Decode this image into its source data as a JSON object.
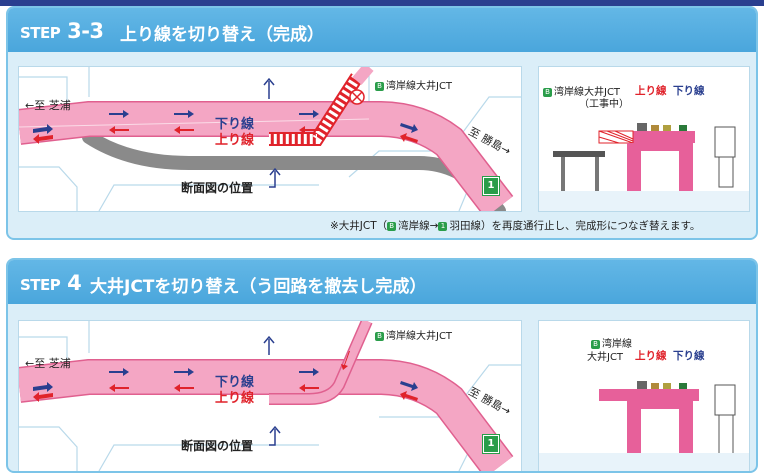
{
  "step33": {
    "step_prefix": "STEP",
    "step_num": "3-3",
    "title": "上り線を切り替え（完成）",
    "map": {
      "left_dir": "←至 芝浦",
      "right_dir": "至 勝島→",
      "jct": "湾岸線大井JCT",
      "down_line": "下り線",
      "up_line": "上り線",
      "section_label": "断面図の位置",
      "route_sign": "1"
    },
    "section": {
      "jct_label": "湾岸線大井JCT",
      "under_construction": "（工事中）",
      "up_line": "上り線",
      "down_line": "下り線"
    },
    "note_prefix": "※大井JCT（",
    "note_wangan": "湾岸線→",
    "note_haneda": "羽田線）",
    "note_suffix": "を再度通行止し、完成形につなぎ替えます。"
  },
  "step4": {
    "step_prefix": "STEP",
    "step_num": "4",
    "title": "大井JCTを切り替え（う回路を撤去し完成）",
    "map": {
      "left_dir": "←至 芝浦",
      "right_dir": "至 勝島→",
      "jct": "湾岸線大井JCT",
      "down_line": "下り線",
      "up_line": "上り線",
      "section_label": "断面図の位置",
      "route_sign": "1"
    },
    "section": {
      "jct_label_1": "湾岸線",
      "jct_label_2": "大井JCT",
      "up_line": "上り線",
      "down_line": "下り線"
    }
  },
  "colors": {
    "road_pink": "#f4a6c4",
    "road_edge": "#e0608f",
    "grey_road": "#8a8a8a",
    "arrow_blue": "#2a3f8f",
    "arrow_red": "#e0232b",
    "header_blue": "#4aa6dc",
    "badge_green": "#2a9d4a"
  }
}
